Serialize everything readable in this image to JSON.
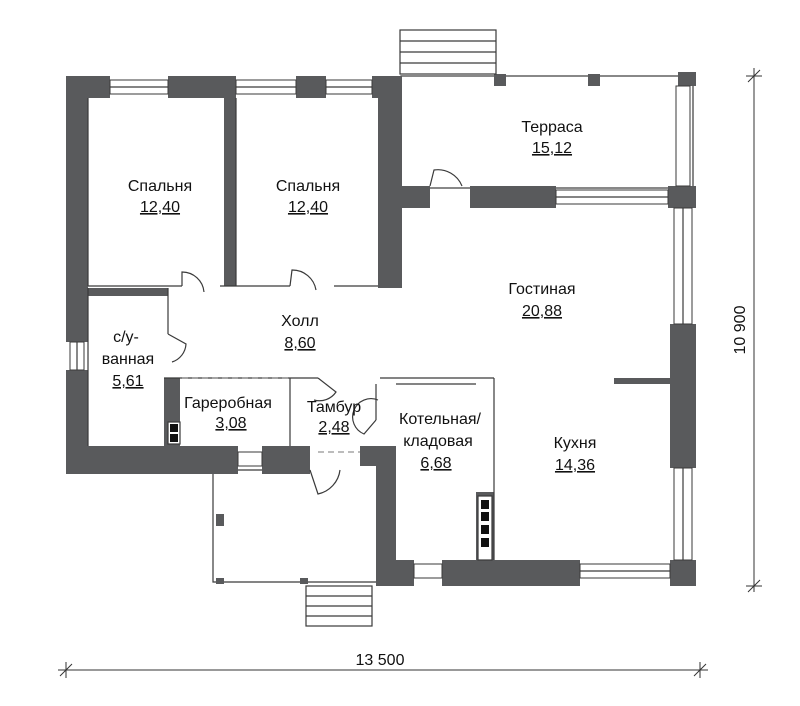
{
  "rooms": [
    {
      "name": "Терраса",
      "area": "15,12"
    },
    {
      "name": "Спальня",
      "area": "12,40"
    },
    {
      "name": "Спальня",
      "area": "12,40"
    },
    {
      "name": "Гостиная",
      "area": "20,88"
    },
    {
      "name": "Холл",
      "area": "8,60"
    },
    {
      "name_line1": "с/у-",
      "name_line2": "ванная",
      "area": "5,61"
    },
    {
      "name": "Гарeробная",
      "area": "3,08"
    },
    {
      "name": "Тамбур",
      "area": "2,48"
    },
    {
      "name_line1": "Котельная/",
      "name_line2": "кладовая",
      "area": "6,68"
    },
    {
      "name": "Кухня",
      "area": "14,36"
    }
  ],
  "dimensions": {
    "width": "13 500",
    "height": "10 900"
  },
  "colors": {
    "wall": "#595a5c",
    "line": "#3a3a3a"
  }
}
